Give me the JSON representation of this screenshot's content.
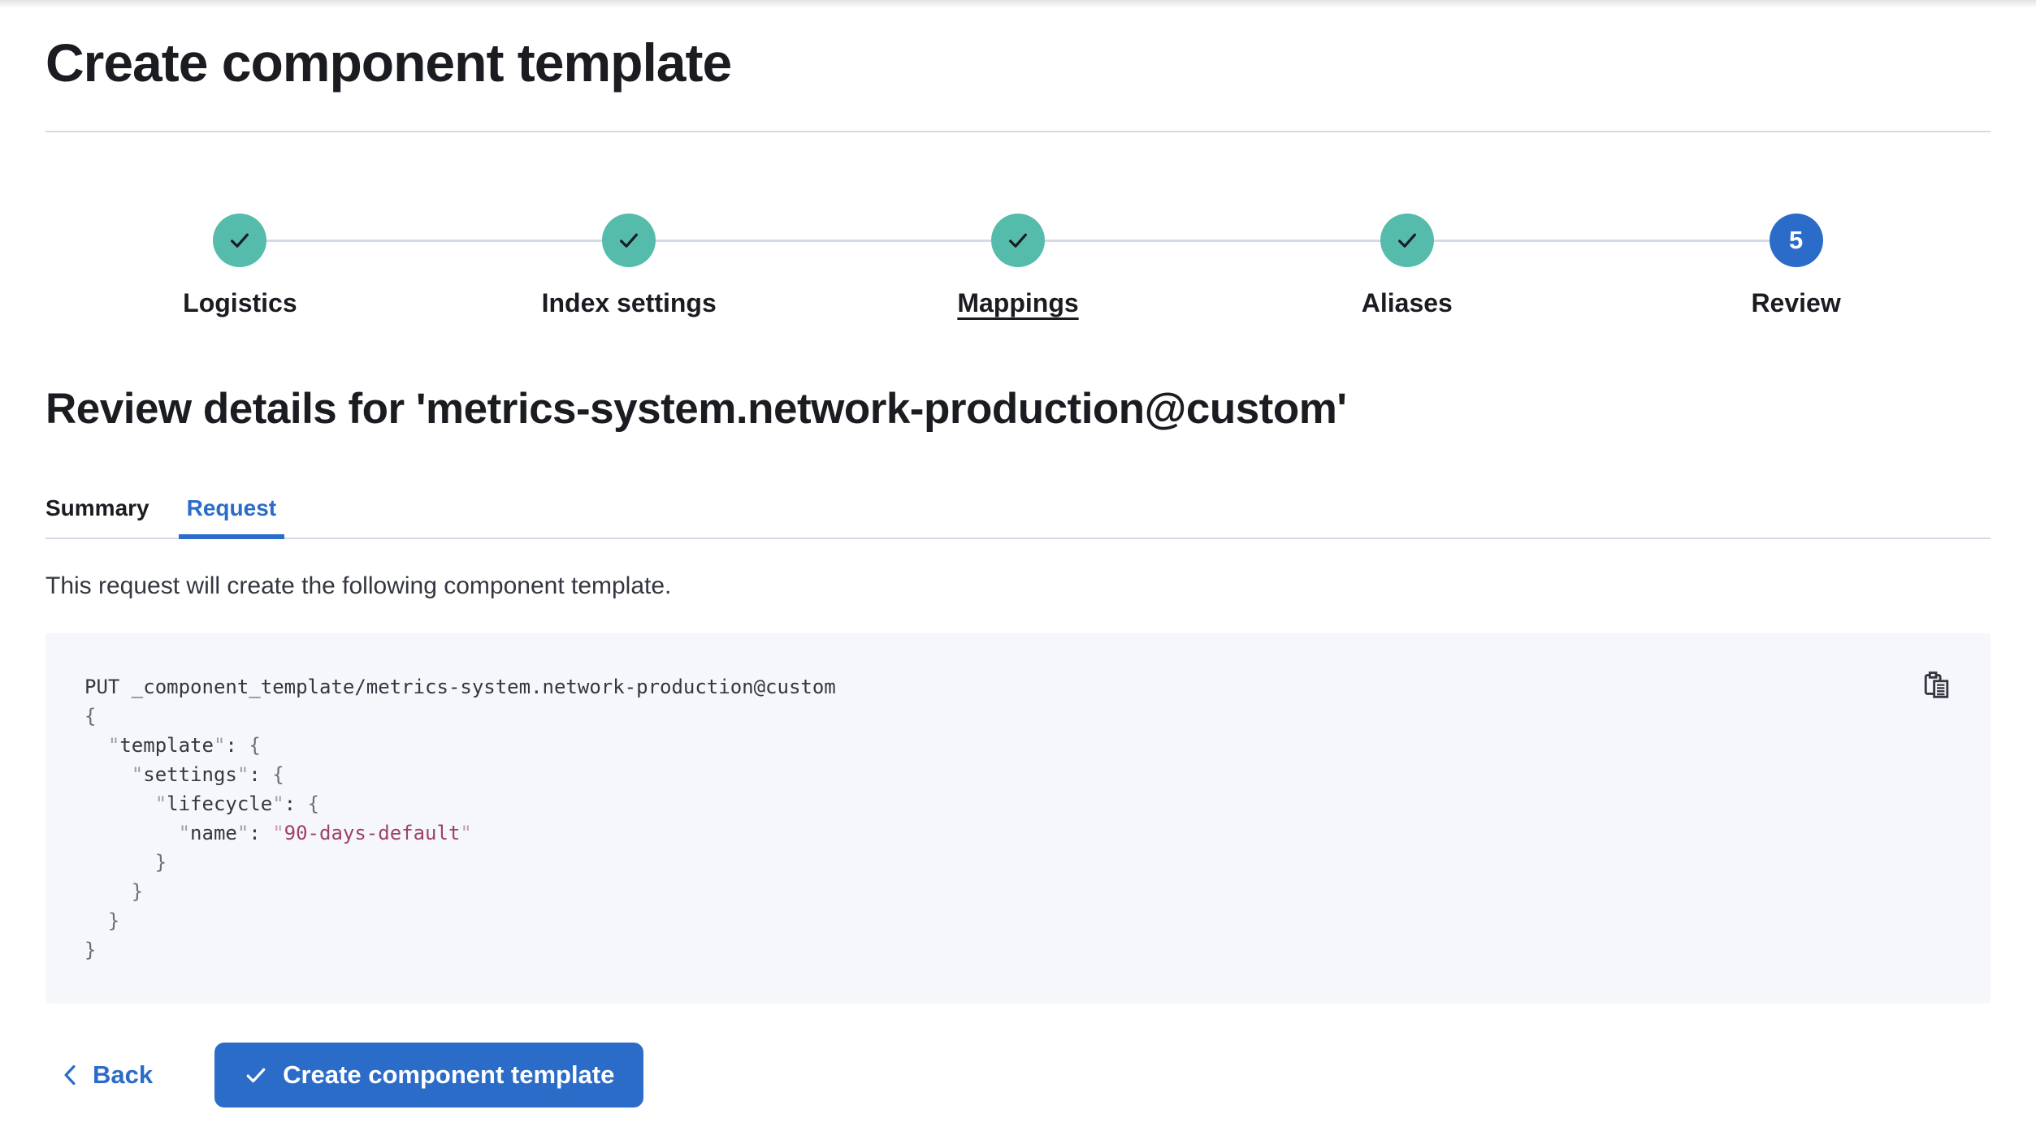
{
  "page": {
    "title": "Create component template"
  },
  "stepper": {
    "steps": [
      {
        "label": "Logistics",
        "state": "complete"
      },
      {
        "label": "Index settings",
        "state": "complete"
      },
      {
        "label": "Mappings",
        "state": "complete",
        "hovered": true
      },
      {
        "label": "Aliases",
        "state": "complete"
      },
      {
        "label": "Review",
        "state": "current",
        "number": "5"
      }
    ]
  },
  "review": {
    "heading": "Review details for 'metrics-system.network-production@custom'",
    "tabs": [
      {
        "label": "Summary",
        "active": false
      },
      {
        "label": "Request",
        "active": true
      }
    ],
    "description": "This request will create the following component template."
  },
  "code": {
    "lines": [
      [
        {
          "c": "plain",
          "t": "PUT _component_template/metrics-system.network-production@custom"
        }
      ],
      [
        {
          "c": "brace",
          "t": "{"
        }
      ],
      [
        {
          "c": "plain",
          "t": "  "
        },
        {
          "c": "q",
          "t": "\""
        },
        {
          "c": "key",
          "t": "template"
        },
        {
          "c": "q",
          "t": "\""
        },
        {
          "c": "plain",
          "t": ": "
        },
        {
          "c": "brace",
          "t": "{"
        }
      ],
      [
        {
          "c": "plain",
          "t": "    "
        },
        {
          "c": "q",
          "t": "\""
        },
        {
          "c": "key",
          "t": "settings"
        },
        {
          "c": "q",
          "t": "\""
        },
        {
          "c": "plain",
          "t": ": "
        },
        {
          "c": "brace",
          "t": "{"
        }
      ],
      [
        {
          "c": "plain",
          "t": "      "
        },
        {
          "c": "q",
          "t": "\""
        },
        {
          "c": "key",
          "t": "lifecycle"
        },
        {
          "c": "q",
          "t": "\""
        },
        {
          "c": "plain",
          "t": ": "
        },
        {
          "c": "brace",
          "t": "{"
        }
      ],
      [
        {
          "c": "plain",
          "t": "        "
        },
        {
          "c": "q",
          "t": "\""
        },
        {
          "c": "key",
          "t": "name"
        },
        {
          "c": "q",
          "t": "\""
        },
        {
          "c": "plain",
          "t": ": "
        },
        {
          "c": "strq",
          "t": "\""
        },
        {
          "c": "str",
          "t": "90-days-default"
        },
        {
          "c": "strq",
          "t": "\""
        }
      ],
      [
        {
          "c": "brace",
          "t": "      }"
        }
      ],
      [
        {
          "c": "brace",
          "t": "    }"
        }
      ],
      [
        {
          "c": "brace",
          "t": "  }"
        }
      ],
      [
        {
          "c": "brace",
          "t": "}"
        }
      ]
    ]
  },
  "footer": {
    "back_label": "Back",
    "submit_label": "Create component template"
  },
  "icons": {
    "step_complete": "check-icon",
    "copy": "copy-clipboard-icon",
    "back": "chevron-left-icon",
    "submit": "check-icon"
  },
  "colors": {
    "primary_blue": "#2b6cc9",
    "success_teal": "#55bcac",
    "heading_text": "#1a1c21",
    "body_text": "#343741",
    "divider": "#d3dae6",
    "code_background": "#f6f7fa",
    "code_string": "#9e4265"
  }
}
